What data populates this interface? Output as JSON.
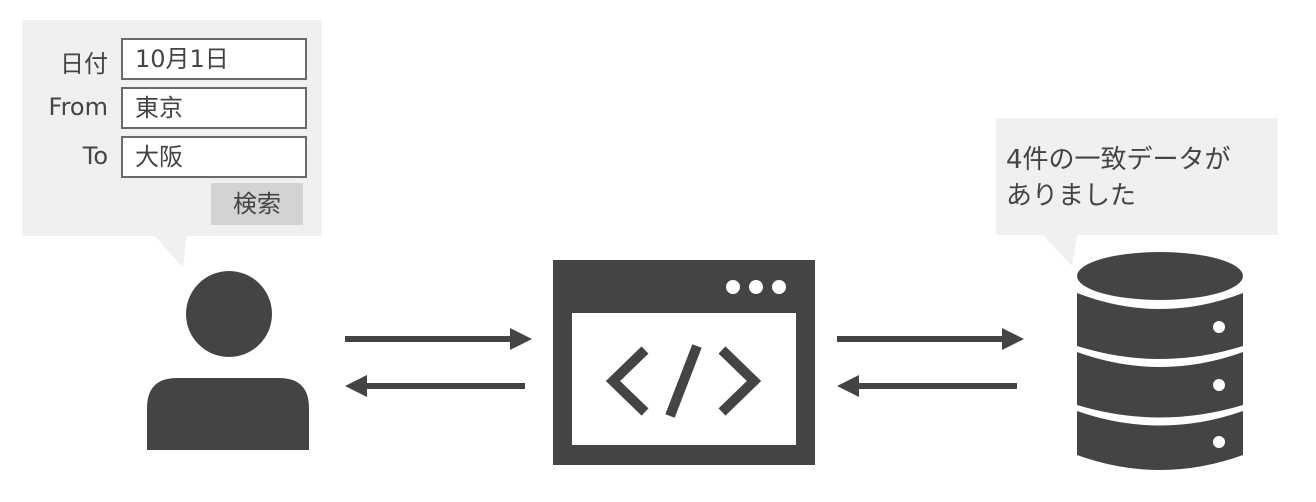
{
  "search_form": {
    "date_label": "日付",
    "date_value": "10月1日",
    "from_label": "From",
    "from_value": "東京",
    "to_label": "To",
    "to_value": "大阪",
    "search_button": "検索"
  },
  "result_bubble": {
    "line1": "4件の一致データが",
    "line2": "ありました"
  },
  "colors": {
    "icon": "#444444",
    "bubble": "#f0f0f0",
    "button": "#d3d3d3"
  }
}
